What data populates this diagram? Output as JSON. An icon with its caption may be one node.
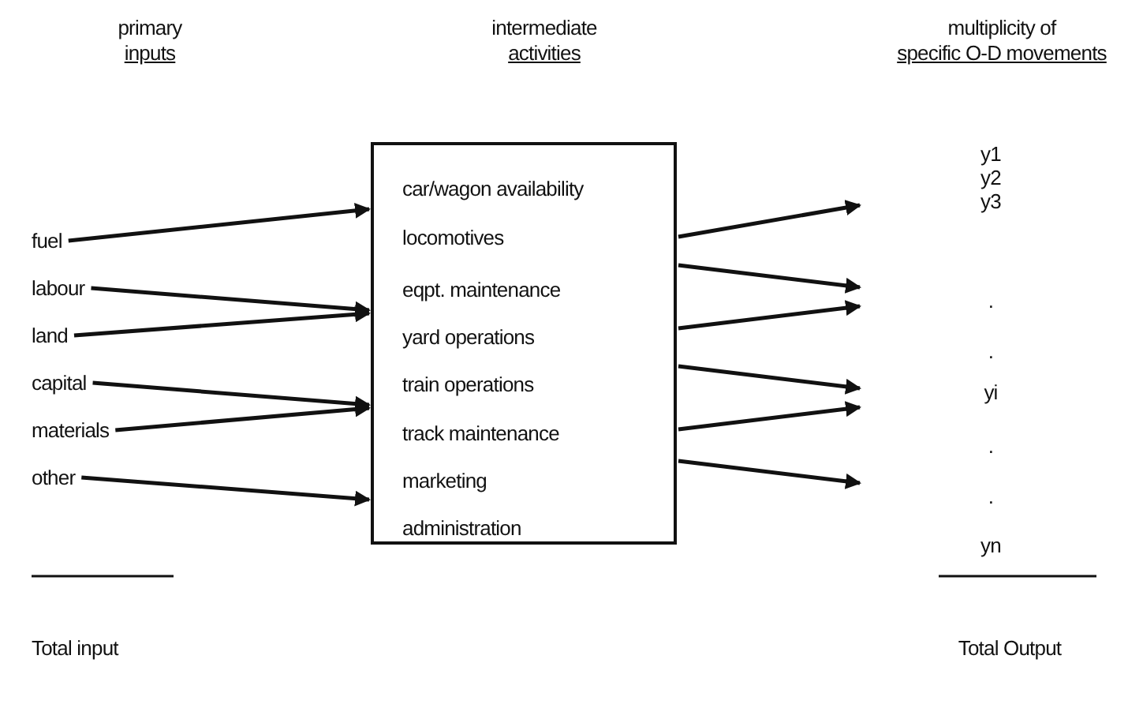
{
  "diagram": {
    "nodes": [
      {
        "text": [
          "fuel"
        ]
      },
      {
        "text": [
          "labour"
        ]
      },
      {
        "text": [
          "land"
        ]
      },
      {
        "text": [
          "capital"
        ]
      },
      {
        "text": [
          "materials"
        ]
      },
      {
        "text": [
          "other"
        ]
      },
      {
        "text": [
          "car/wagon availability",
          "locomotives",
          "eqpt. maintenance",
          "yard operations",
          "train operations",
          "track maintenance",
          "marketing",
          "administration"
        ]
      }
    ],
    "edges": [
      {
        "from": 0,
        "to": 6,
        "arrow": "to"
      },
      {
        "from": 1,
        "to": 6,
        "arrow": "to"
      },
      {
        "from": 2,
        "to": 6,
        "arrow": "to"
      },
      {
        "from": 3,
        "to": 6,
        "arrow": "to"
      },
      {
        "from": 4,
        "to": 6,
        "arrow": "to"
      },
      {
        "from": 5,
        "to": 6,
        "arrow": "to"
      },
      {
        "from": 6,
        "to": null,
        "arrow": "to"
      },
      {
        "from": 6,
        "to": null,
        "arrow": "to"
      },
      {
        "from": 6,
        "to": null,
        "arrow": "to"
      },
      {
        "from": 6,
        "to": null,
        "arrow": "to"
      },
      {
        "from": 6,
        "to": null,
        "arrow": "to"
      },
      {
        "from": 6,
        "to": null,
        "arrow": "to"
      }
    ],
    "labels": [
      "primary",
      "inputs",
      "intermediate",
      "activities",
      "multiplicity of",
      "specific O-D movements",
      "y1",
      "y2",
      "y3",
      ".",
      ".",
      "yi",
      ".",
      ".",
      "yn",
      "Total input",
      "Total Output"
    ]
  }
}
